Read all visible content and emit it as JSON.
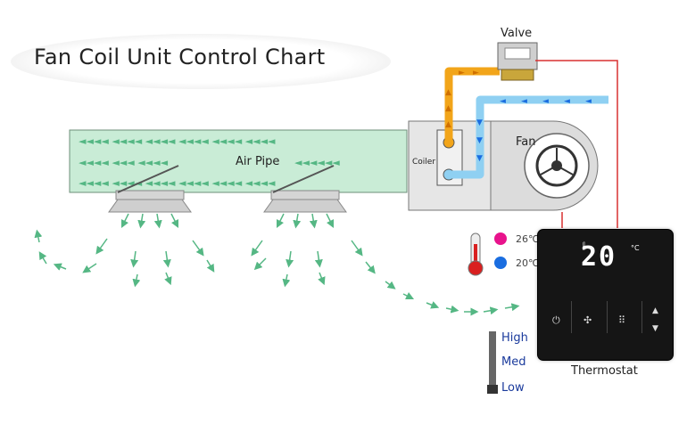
{
  "title": "Fan Coil Unit Control Chart",
  "labels": {
    "valve": "Valve",
    "fan": "Fan",
    "air_pipe": "Air Pipe",
    "coiler": "Coiler",
    "thermostat": "Thermostat"
  },
  "temps": {
    "hot": "26℃",
    "cold": "20℃",
    "hot_color": "#e8138c",
    "cold_color": "#1a6de0"
  },
  "fan_speeds": [
    "High",
    "Med",
    "Low"
  ],
  "thermostat_display": {
    "value": "20",
    "unit": "°C"
  },
  "colors": {
    "hot_pipe": "#f2a51a",
    "cold_pipe": "#8fd0f2",
    "air_arrow": "#55b784",
    "air_pipe_fill": "#c9ecd6",
    "wire": "#d93030"
  }
}
